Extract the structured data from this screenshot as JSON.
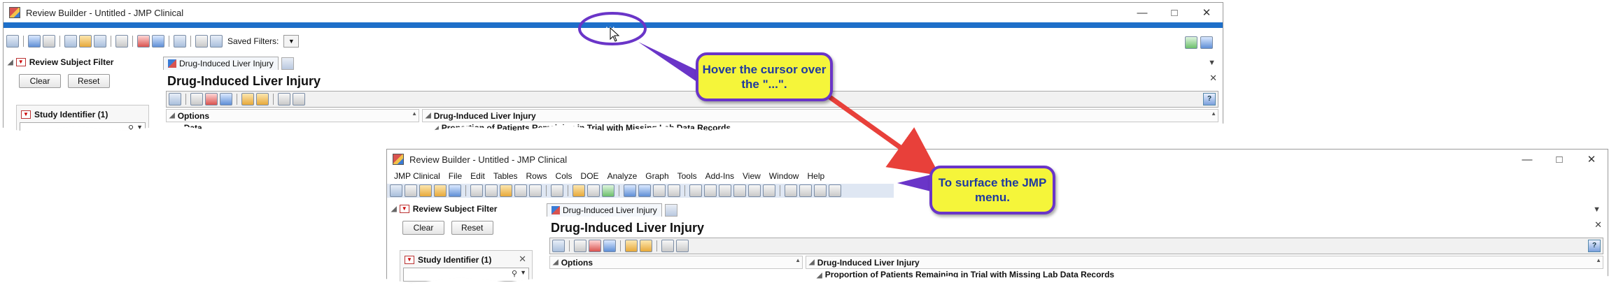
{
  "colors": {
    "accent_blue": "#1e6fc9",
    "callout_fill": "#f5f53a",
    "callout_border": "#6a35c8",
    "callout_text": "#1f3aa0",
    "arrow_red": "#e8403a"
  },
  "window1": {
    "title": "Review Builder - Untitled - JMP Clinical",
    "dots": "...",
    "saved_filters_label": "Saved Filters:",
    "filter_panel": {
      "title": "Review Subject Filter",
      "clear": "Clear",
      "reset": "Reset",
      "study_title": "Study Identifier (1)"
    },
    "report": {
      "tab_label": "Drug-Induced Liver Injury",
      "title": "Drug-Induced Liver Injury",
      "options": "Options",
      "options_child": "Data",
      "section": "Drug-Induced Liver Injury",
      "section_line": "Proportion of Patients Remaining in Trial with Missing Lab Data Records"
    }
  },
  "window2": {
    "title": "Review Builder - Untitled - JMP Clinical",
    "menu": [
      "JMP Clinical",
      "File",
      "Edit",
      "Tables",
      "Rows",
      "Cols",
      "DOE",
      "Analyze",
      "Graph",
      "Tools",
      "Add-Ins",
      "View",
      "Window",
      "Help"
    ],
    "filter_panel": {
      "title": "Review Subject Filter",
      "clear": "Clear",
      "reset": "Reset",
      "study_title": "Study Identifier (1)"
    },
    "report": {
      "tab_label": "Drug-Induced Liver Injury",
      "title": "Drug-Induced Liver Injury",
      "options": "Options",
      "section": "Drug-Induced Liver Injury",
      "section_line": "Proportion of Patients Remaining in Trial with Missing Lab Data Records"
    }
  },
  "callouts": {
    "hover": "Hover the cursor over the \"...\".",
    "surface": "To surface the JMP menu."
  },
  "icons": [
    "minimize-icon",
    "maximize-icon",
    "close-icon",
    "search-icon",
    "cursor-icon",
    "help-icon",
    "pin-icon"
  ]
}
